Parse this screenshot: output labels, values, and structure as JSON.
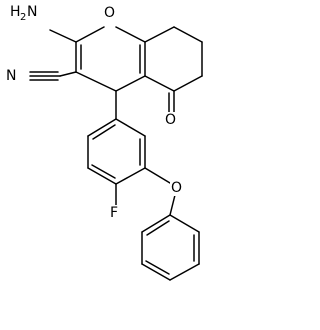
{
  "structure": {
    "atom_labels": {
      "amino": "H",
      "amino_subscript": "2",
      "amino_n": "N",
      "ring_oxygen": "O",
      "nitrile_n": "N",
      "ketone_oxygen": "O",
      "fluorine": "F",
      "ether_oxygen": "O"
    }
  }
}
